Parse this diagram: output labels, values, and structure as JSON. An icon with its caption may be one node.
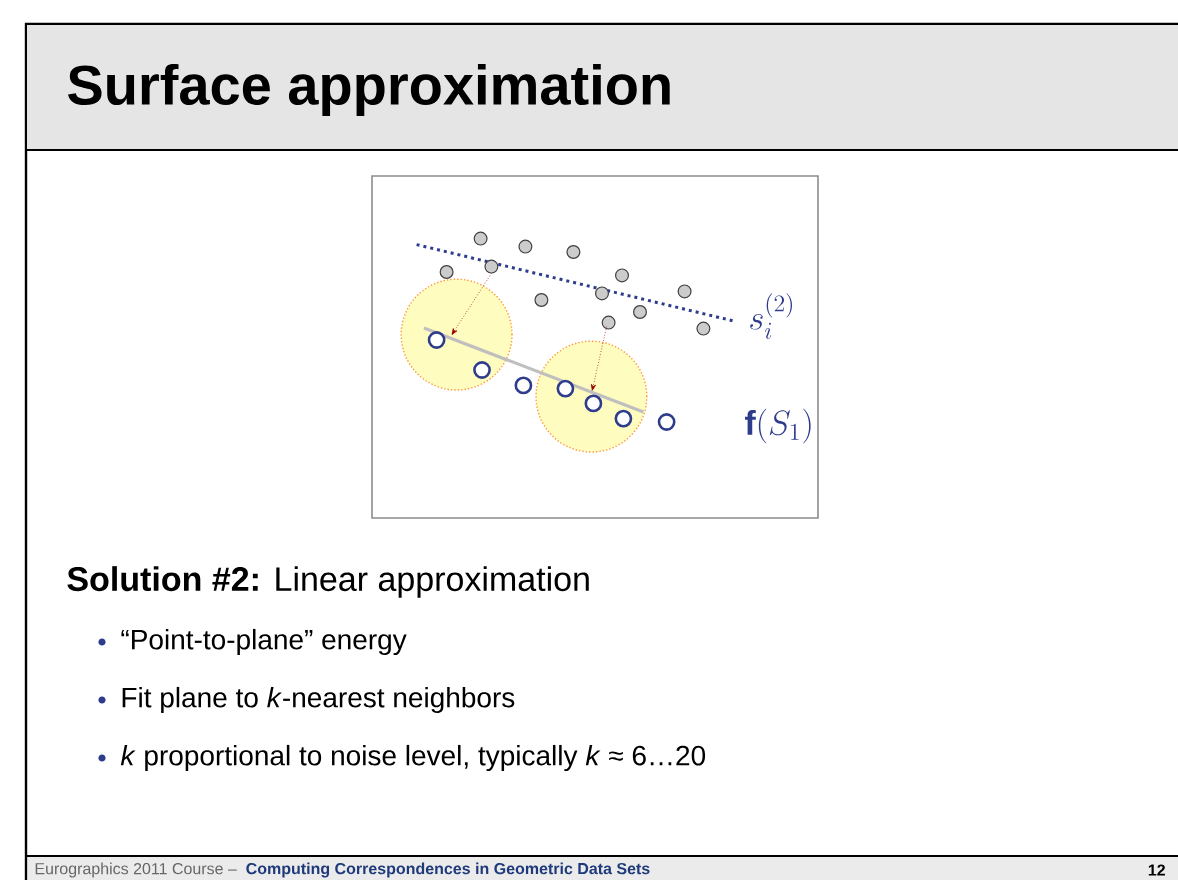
{
  "diagram": {
    "title": "Surface approximation",
    "labels": [
      "s_i^{(2)}",
      "\\mathbf{f}(S_1)",
      "**Solution #2:** Linear approximation",
      "“Point-to-plane” energy",
      "Fit plane to *k*-nearest neighbors",
      "*k* proportional to noise level, typically *k* ≈ 6…20",
      "Eurographics 2011 Course –",
      "Computing Correspondences in Geometric Data Sets",
      "12"
    ]
  }
}
